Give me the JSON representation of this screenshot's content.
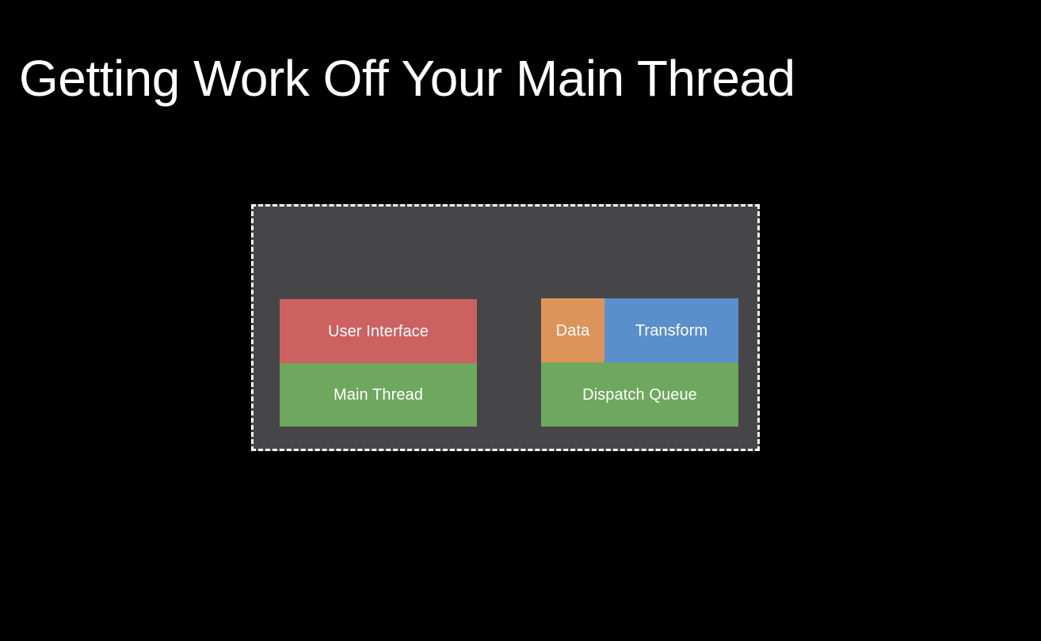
{
  "slide": {
    "title": "Getting Work Off Your Main Thread",
    "background_color": "#000000",
    "title_color": "#ffffff"
  },
  "diagram": {
    "boundary": {
      "name": "process-boundary",
      "style": "dashed",
      "border_color": "#ffffff",
      "fill_color": "#464649"
    },
    "stacks": [
      {
        "id": "main-thread-stack",
        "rows": [
          {
            "blocks": [
              {
                "label": "User Interface",
                "color": "#cc6161"
              }
            ]
          },
          {
            "blocks": [
              {
                "label": "Main Thread",
                "color": "#6ea85e"
              }
            ]
          }
        ]
      },
      {
        "id": "dispatch-queue-stack",
        "rows": [
          {
            "blocks": [
              {
                "label": "Data",
                "color": "#dd9459"
              },
              {
                "label": "Transform",
                "color": "#5a8fcc"
              }
            ]
          },
          {
            "blocks": [
              {
                "label": "Dispatch Queue",
                "color": "#6ea85e"
              }
            ]
          }
        ]
      }
    ]
  }
}
